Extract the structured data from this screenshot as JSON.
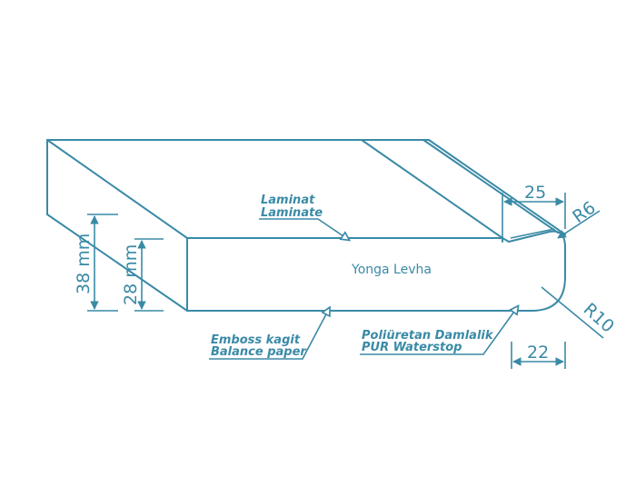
{
  "labels": {
    "laminat_tr": "Laminat",
    "laminat_en": "Laminate",
    "center": "Yonga Levha",
    "emboss_tr": "Emboss kagit",
    "emboss_en": "Balance paper",
    "pur_tr": "Poliüretan Damlalik",
    "pur_en": "PUR Waterstop"
  },
  "dimensions": {
    "height_total": "38 mm",
    "height_board": "28 mm",
    "top_width": "25",
    "top_radius": "R6",
    "bottom_radius": "R10",
    "bottom_width": "22"
  },
  "colors": {
    "line": "#3a8aa6",
    "background": "#ffffff"
  }
}
